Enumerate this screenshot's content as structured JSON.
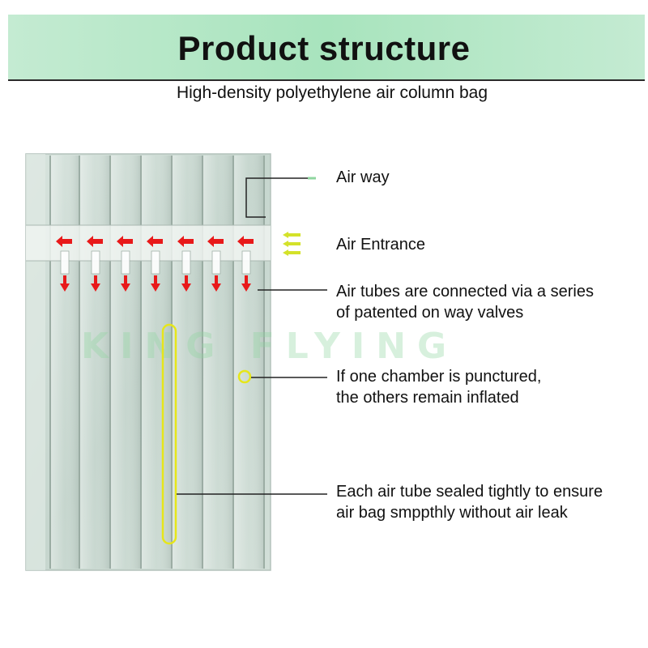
{
  "header": {
    "title": "Product structure",
    "subtitle": "High-density polyethylene air column bag"
  },
  "labels": {
    "air_way": "Air way",
    "air_entrance": "Air Entrance",
    "air_tubes_line1": "Air tubes are connected via a series",
    "air_tubes_line2": "of patented on way valves",
    "punctured_line1": "If one chamber is punctured,",
    "punctured_line2": "the others remain inflated",
    "sealed_line1": "Each air tube sealed tightly to ensure",
    "sealed_line2": "air bag smppthly without air leak"
  },
  "watermark": "KING FLYING",
  "colors": {
    "title_band": "#b3e6c5",
    "arrow_red": "#e8191a",
    "highlight_yellow": "#e6e61a",
    "bag_tint": "#cfdcd6",
    "entrance_arrow": "#d4e22a"
  },
  "icons": [
    "arrow-left-icon",
    "arrow-down-icon",
    "air-entrance-icon"
  ]
}
